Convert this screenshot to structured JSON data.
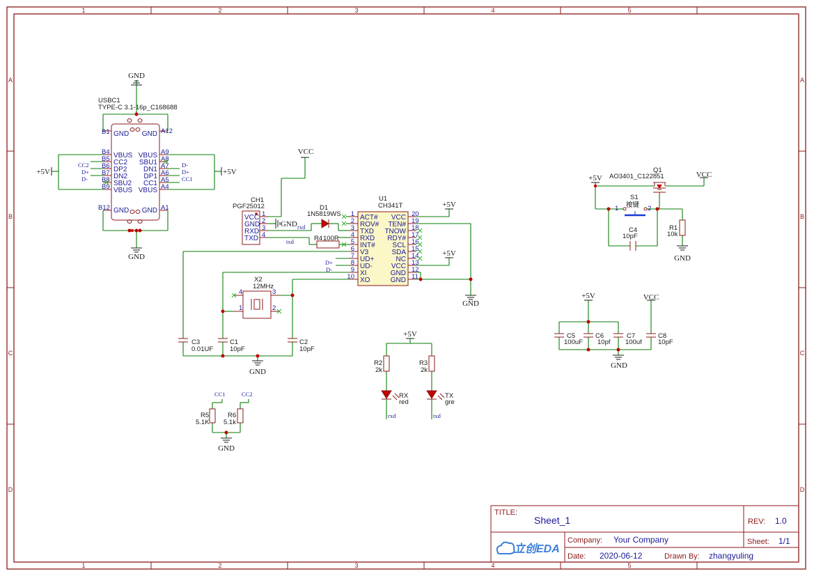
{
  "frame": {
    "cols": [
      "1",
      "2",
      "3",
      "4",
      "5"
    ],
    "rows": [
      "A",
      "B",
      "C",
      "D"
    ]
  },
  "power": {
    "gnd": "GND",
    "vcc": "VCC",
    "p5v": "+5V"
  },
  "usbc": {
    "ref": "USBC1",
    "value": "TYPE-C 3.1-16p_C168688",
    "left_pins": [
      {
        "num": "B1",
        "name": "GND"
      },
      {
        "num": "B4",
        "name": "VBUS"
      },
      {
        "num": "B5",
        "name": "CC2"
      },
      {
        "num": "B6",
        "name": "DP2"
      },
      {
        "num": "B7",
        "name": "DN2"
      },
      {
        "num": "B8",
        "name": "SBU2"
      },
      {
        "num": "B9",
        "name": "VBUS"
      },
      {
        "num": "B12",
        "name": "GND"
      }
    ],
    "right_pins": [
      {
        "num": "A12",
        "name": "GND"
      },
      {
        "num": "A9",
        "name": "VBUS"
      },
      {
        "num": "A8",
        "name": "SBU1"
      },
      {
        "num": "A7",
        "name": "DN1"
      },
      {
        "num": "A6",
        "name": "DP1"
      },
      {
        "num": "A5",
        "name": "CC1"
      },
      {
        "num": "A4",
        "name": "VBUS"
      },
      {
        "num": "A1",
        "name": "GND"
      }
    ],
    "left_nets": [
      "CC2",
      "D+",
      "D-"
    ],
    "right_nets": [
      "D-",
      "D+",
      "CC1"
    ]
  },
  "ch1": {
    "ref": "CH1",
    "value": "PGF25012",
    "pins": [
      {
        "num": "1",
        "name": "VCC"
      },
      {
        "num": "2",
        "name": "GND"
      },
      {
        "num": "3",
        "name": "RXD"
      },
      {
        "num": "4",
        "name": "TXD"
      }
    ]
  },
  "d1": {
    "ref": "D1",
    "value": "1N5819WS"
  },
  "r4": {
    "ref": "R4",
    "value": "100R"
  },
  "u1": {
    "ref": "U1",
    "value": "CH341T",
    "left_pins": [
      {
        "num": "1",
        "name": "ACT#"
      },
      {
        "num": "2",
        "name": "ROV#"
      },
      {
        "num": "3",
        "name": "TXD"
      },
      {
        "num": "4",
        "name": "RXD"
      },
      {
        "num": "5",
        "name": "INT#"
      },
      {
        "num": "6",
        "name": "V3"
      },
      {
        "num": "7",
        "name": "UD+"
      },
      {
        "num": "8",
        "name": "UD-"
      },
      {
        "num": "9",
        "name": "XI"
      },
      {
        "num": "10",
        "name": "XO"
      }
    ],
    "right_pins": [
      {
        "num": "20",
        "name": "VCC"
      },
      {
        "num": "19",
        "name": "TEN#"
      },
      {
        "num": "18",
        "name": "TNOW"
      },
      {
        "num": "17",
        "name": "RDY#"
      },
      {
        "num": "16",
        "name": "SCL"
      },
      {
        "num": "15",
        "name": "SDA"
      },
      {
        "num": "14",
        "name": "NC"
      },
      {
        "num": "13",
        "name": "VCC"
      },
      {
        "num": "12",
        "name": "GND"
      },
      {
        "num": "11",
        "name": "GND"
      }
    ]
  },
  "nets": {
    "rxd": "rxd",
    "txd": "txd",
    "dp": "D+",
    "dm": "D-",
    "cc1": "CC1",
    "cc2": "CC2"
  },
  "x2": {
    "ref": "X2",
    "value": "12MHz",
    "pins": [
      "1",
      "2",
      "3",
      "4"
    ]
  },
  "c3": {
    "ref": "C3",
    "value": "0.01UF"
  },
  "c1": {
    "ref": "C1",
    "value": "10pF"
  },
  "c2": {
    "ref": "C2",
    "value": "10pF"
  },
  "q1": {
    "ref": "Q1",
    "value": "AO3401_C122851"
  },
  "s1": {
    "ref": "S1",
    "value": "按键",
    "pins": [
      "1",
      "2"
    ]
  },
  "c4": {
    "ref": "C4",
    "value": "10pF"
  },
  "r1": {
    "ref": "R1",
    "value": "10k"
  },
  "c5": {
    "ref": "C5",
    "value": "100uF"
  },
  "c6": {
    "ref": "C6",
    "value": "10pf"
  },
  "c7": {
    "ref": "C7",
    "value": "100uf"
  },
  "c8": {
    "ref": "C8",
    "value": "10pF"
  },
  "r2": {
    "ref": "R2",
    "value": "2k"
  },
  "r3": {
    "ref": "R3",
    "value": "2k"
  },
  "led_rx": {
    "ref": "RX",
    "value": "red"
  },
  "led_tx": {
    "ref": "TX",
    "value": "gre"
  },
  "r5": {
    "ref": "R5",
    "value": "5.1K"
  },
  "r6": {
    "ref": "R6",
    "value": "5.1k"
  },
  "titleblock": {
    "title_label": "TITLE:",
    "title": "Sheet_1",
    "rev_label": "REV:",
    "rev": "1.0",
    "company_label": "Company:",
    "company": "Your Company",
    "sheet_label": "Sheet:",
    "sheet": "1/1",
    "date_label": "Date:",
    "date": "2020-06-12",
    "drawn_label": "Drawn By:",
    "drawn": "zhangyuling",
    "logo": "立创EDA"
  }
}
